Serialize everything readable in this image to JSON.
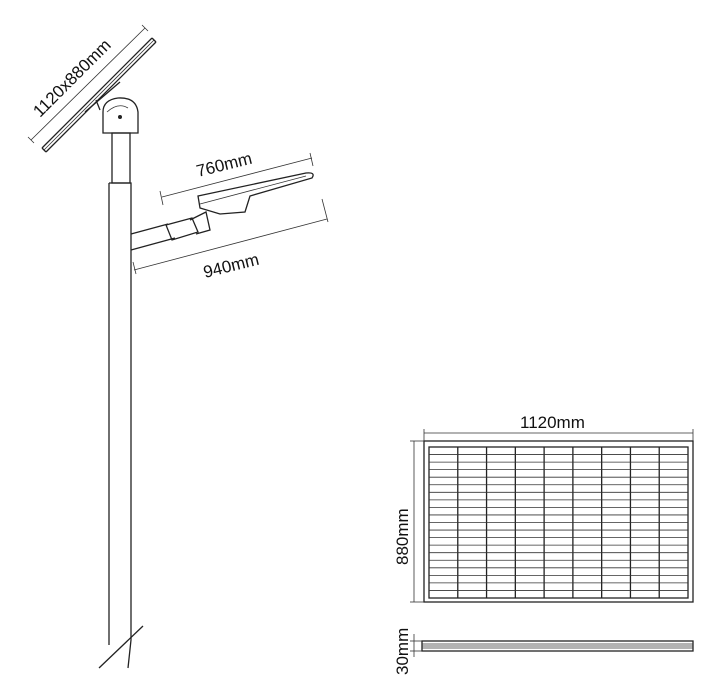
{
  "labels": {
    "panel_size": "1120x880mm",
    "lamp_length": "760mm",
    "arm_length": "940mm",
    "panel_width": "1120mm",
    "panel_height": "880mm",
    "panel_thickness": "30mm"
  },
  "panel_grid": {
    "columns": 9,
    "rows": 20
  }
}
